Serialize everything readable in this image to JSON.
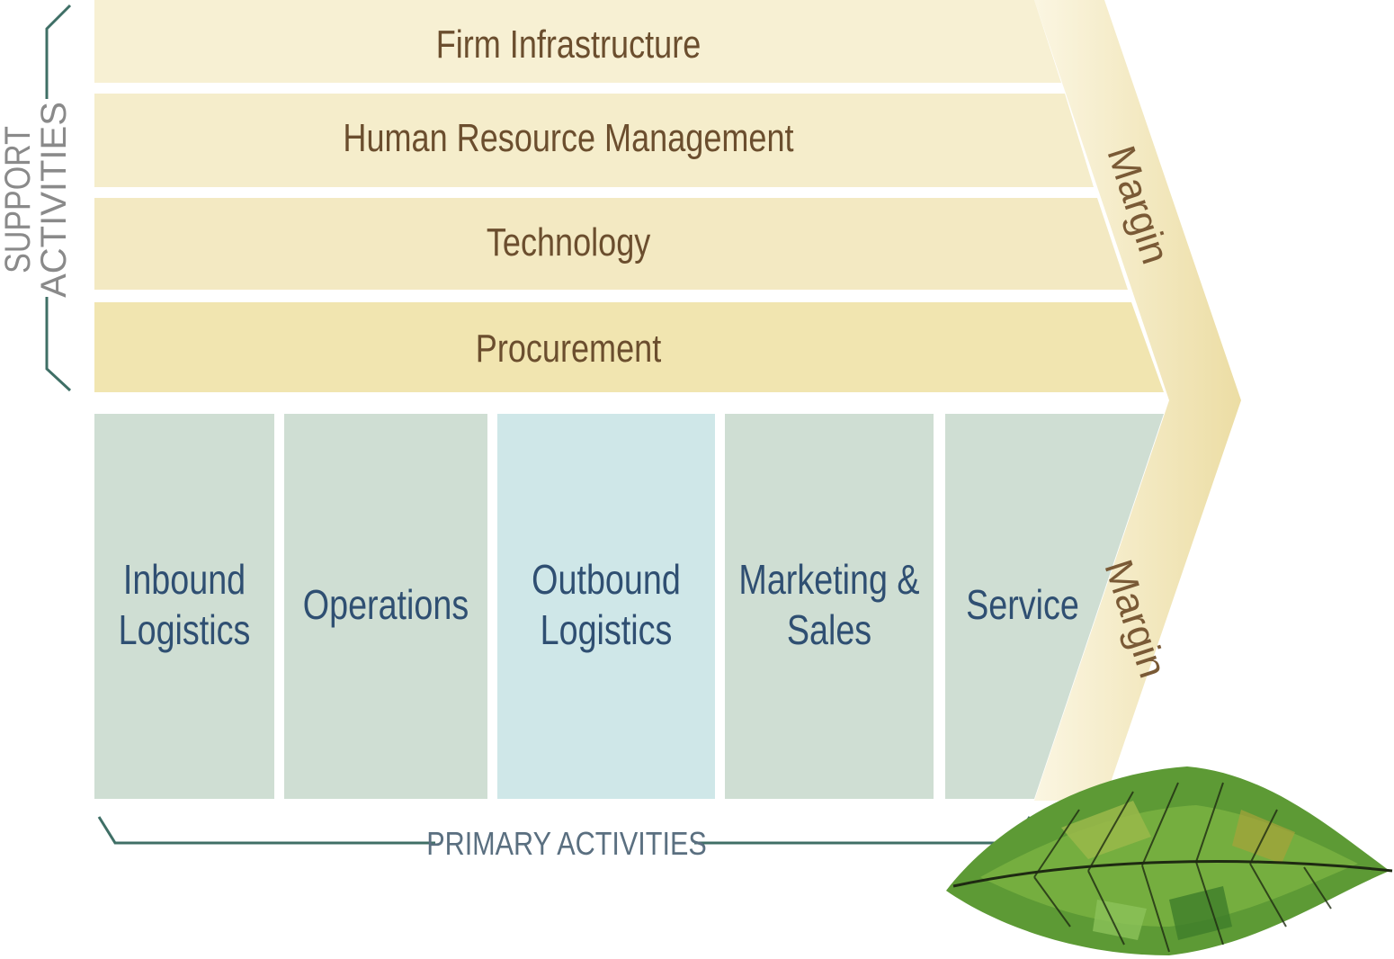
{
  "support_label": [
    "SUPPORT",
    "ACTIVITIES"
  ],
  "primary_label": "PRIMARY ACTIVITIES",
  "support_activities": [
    "Firm Infrastructure",
    "Human Resource Management",
    "Technology",
    "Procurement"
  ],
  "primary_activities": [
    [
      "Inbound",
      "Logistics"
    ],
    [
      "Operations"
    ],
    [
      "Outbound",
      "Logistics"
    ],
    [
      "Marketing &",
      "Sales"
    ],
    [
      "Service"
    ]
  ],
  "margin_label": "Margin",
  "colors": {
    "support_band": "#f6efcf",
    "primary_block": "#cfded3",
    "primary_highlight": "#cfe7e8",
    "margin_chevron": "#efe3b4",
    "bracket": "#3f6f66",
    "leaf": "#4f8a2c"
  },
  "icons": {
    "decoration": "leaf-icon"
  }
}
